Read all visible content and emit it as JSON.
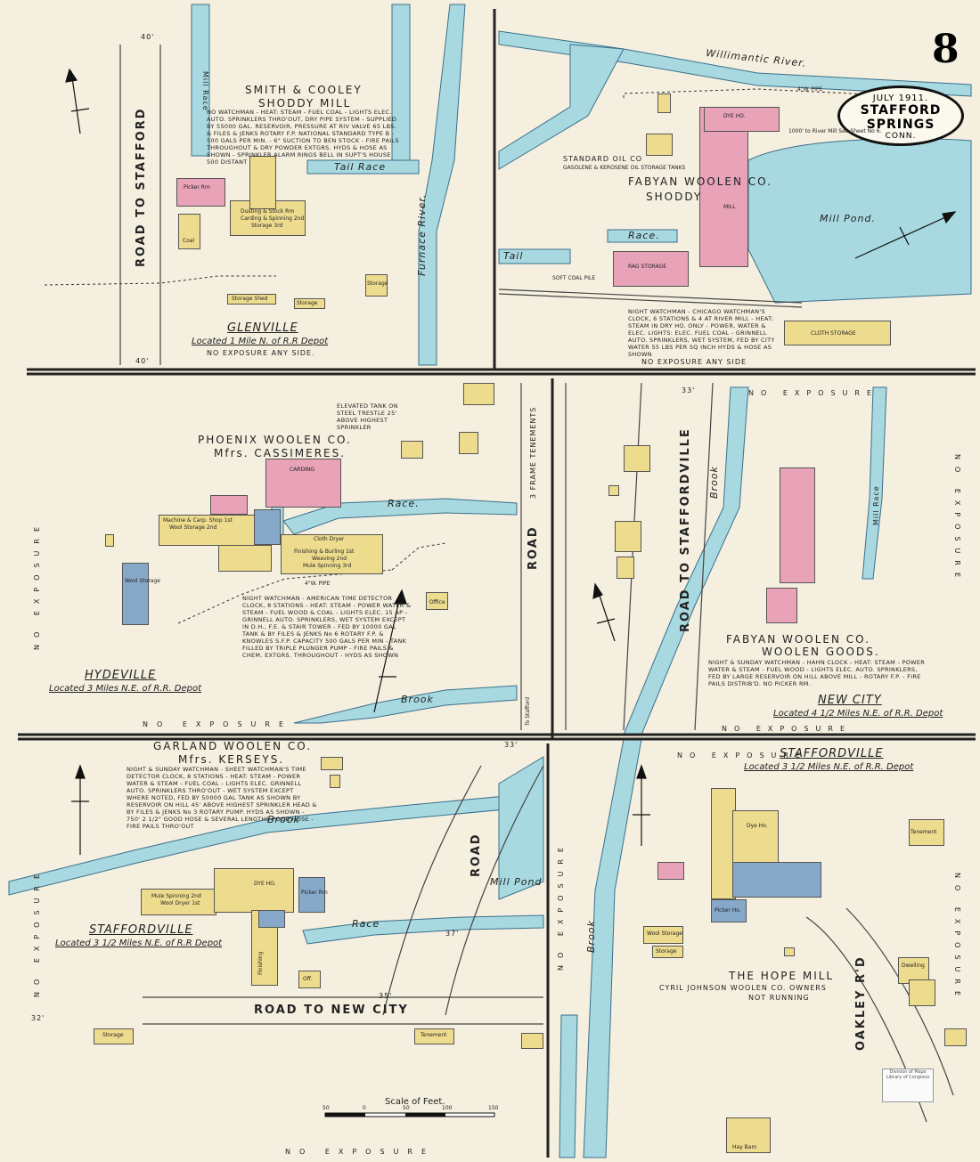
{
  "sheet": {
    "page_number": "8",
    "cartouche": {
      "date": "JULY 1911.",
      "town": "STAFFORD SPRINGS",
      "state": "CONN."
    }
  },
  "panel1": {
    "mill_name": "SMITH & COOLEY",
    "mill_type": "SHODDY MILL",
    "notes": "NO WATCHMAN - HEAT: STEAM - FUEL COAL - LIGHTS ELEC. AUTO. SPRINKLERS THRO'OUT, DRY PIPE SYSTEM - SUPPLIED BY 55000 GAL. RESERVOIR, PRESSURE AT RIV VALVE 65 LBS. & FILES & JENKS ROTARY F.P. NATIONAL STANDARD TYPE B - 500 GALS PER MIN. - 6\" SUCTION TO BEN STOCK - FIRE PAILS THROUGHOUT & DRY POWDER EXTGRS. HYDS & HOSE AS SHOWN - SPRINKLER ALARM RINGS BELL IN SUPT'S HOUSE 500 DISTANT",
    "road": "ROAD TO STAFFORD",
    "tail_race": "Tail Race",
    "river": "Furnace River.",
    "mill_race": "Mill Race",
    "building_labels": [
      "Picker Rm",
      "Dusting & Stock Rm",
      "Carding & Spinning 2nd",
      "Storage 3rd",
      "Coal",
      "Storage Shed",
      "Storage",
      "Storage"
    ],
    "place": "GLENVILLE",
    "locator": "Located 1 Mile N. of R.R Depot",
    "exposure": "NO EXPOSURE ANY SIDE.",
    "margin_marks": [
      "40'",
      "40'"
    ]
  },
  "panel2": {
    "river": "Willimantic River.",
    "pond": "Mill Pond.",
    "race": "Race.",
    "tail": "Tail",
    "oil_co": "STANDARD OIL CO",
    "oil_sub": "GASOLENE & KEROSENE OIL STORAGE TANKS",
    "mill_name": "FABYAN WOOLEN CO.",
    "mill_type": "SHODDY",
    "mill_word": "MILL",
    "buildings": [
      "DYE HO.",
      "RAG STORAGE",
      "CLOTH STORAGE",
      "SOFT COAL PILE"
    ],
    "notes": "NIGHT WATCHMAN - CHICAGO WATCHMAN'S CLOCK, 6 STATIONS & 4 AT RIVER MILL - HEAT: STEAM IN DRY HO. ONLY - POWER, WATER & ELEC. LIGHTS: ELEC. FUEL COAL - GRINNELL AUTO. SPRINKLERS, WET SYSTEM, FED BY CITY WATER 55 LBS PER SQ INCH HYDS & HOSE AS SHOWN",
    "exposure": "NO EXPOSURE ANY SIDE",
    "pipe": "4\"W. PIPE",
    "pipe_note": "1000' to River Mill See Sheet No 6."
  },
  "panel3": {
    "mill_name": "PHOENIX WOOLEN CO.",
    "mill_type": "Mfrs. CASSIMERES.",
    "buildings": [
      "CARDING",
      "Machine & Carp. Shop 1st",
      "Wool Storage 2nd",
      "Cloth Dryer",
      "Finishing & Burling 1st",
      "Weaving 2nd",
      "Mule Spinning 3rd",
      "Wool Storage",
      "Office"
    ],
    "race": "Race.",
    "brook": "Brook",
    "tank": "ELEVATED TANK ON STEEL TRESTLE 25' ABOVE HIGHEST SPRINKLER",
    "notes": "NIGHT WATCHMAN - AMERICAN TIME DETECTOR CLOCK, 8 STATIONS - HEAT: STEAM - POWER WATER & STEAM - FUEL WOOD & COAL - LIGHTS ELEC. 15 AP - GRINNELL AUTO. SPRINKLERS, WET SYSTEM EXCEPT IN D.H., F.E. & STAIR TOWER - FED BY 10000 GAL TANK & BY FILES & JENKS No 6 ROTARY F.P. & KNOWLES S.F.P. CAPACITY 500 GALS PER MIN - TANK FILLED BY TRIPLE PLUNGER PUMP - FIRE PAILS & CHEM. EXTGRS. THROUGHOUT - HYDS AS SHOWN",
    "pipe": "4\"W. PIPE",
    "road": "ROAD",
    "road2": "3 FRAME TENEMENTS",
    "road3": "To Stafford",
    "place": "HYDEVILLE",
    "locator": "Located 3 Miles N.E. of R.R. Depot",
    "exposure_left": "NO EXPOSURE",
    "exposure_bottom": "NO EXPOSURE"
  },
  "panel4": {
    "road": "ROAD TO STAFFORDVILLE",
    "brook": "Brook",
    "mill_race": "Mill Race",
    "mill_name": "FABYAN WOOLEN CO.",
    "mill_type": "WOOLEN GOODS.",
    "notes": "NIGHT & SUNDAY WATCHMAN - HAHN CLOCK - HEAT: STEAM - POWER WATER & STEAM - FUEL WOOD - LIGHTS ELEC. AUTO. SPRINKLERS, FED BY LARGE RESERVOIR ON HILL ABOVE MILL - ROTARY F.P. - FIRE PAILS DISTRIB'D. NO PICKER RM.",
    "place": "NEW CITY",
    "locator": "Located 4 1/2 Miles N.E. of R.R. Depot",
    "exposure_top": "NO EXPOSURE",
    "exposure_bottom": "NO EXPOSURE",
    "exposure_right": "NO EXPOSURE",
    "mark": "33'"
  },
  "panel5": {
    "mill_name": "GARLAND WOOLEN CO.",
    "mill_type": "Mfrs. KERSEYS.",
    "notes": "NIGHT & SUNDAY WATCHMAN - SHEET WATCHMAN'S TIME DETECTOR CLOCK, 8 STATIONS - HEAT: STEAM - POWER WATER & STEAM - FUEL COAL - LIGHTS ELEC. GRINNELL AUTO. SPRINKLERS THRO'OUT - WET SYSTEM EXCEPT WHERE NOTED, FED BY 50000 GAL TANK AS SHOWN BY RESERVOIR ON HILL 45' ABOVE HIGHEST SPRINKLER HEAD & BY FILES & JENKS No 3 ROTARY PUMP. HYDS AS SHOWN - 750' 2 1/2\" GOOD HOSE & SEVERAL LENGTHS POOR HOSE - FIRE PAILS THRO'OUT",
    "brook": "Brook",
    "race": "Race",
    "mill_pond": "Mill Pond",
    "road": "ROAD",
    "road2": "ROAD TO NEW CITY",
    "buildings": [
      "Mule Spinning 2nd",
      "Wool Dryer 1st",
      "DYE HO.",
      "Picker Rm",
      "Finishing",
      "Storage",
      "Tenement",
      "Off."
    ],
    "place": "STAFFORDVILLE",
    "locator": "Located 3 1/2 Miles N.E. of R.R Depot",
    "exposure_left": "NO EXPOSURE",
    "exposure_bottom": "NO EXPOSURE",
    "marks": [
      "33'",
      "37'",
      "32'",
      "35'"
    ]
  },
  "panel6": {
    "place": "STAFFORDVILLE",
    "locator": "Located 3 1/2 Miles N.E. of R.R. Depot",
    "mill_name": "THE HOPE MILL",
    "owner": "CYRIL JOHNSON WOOLEN CO. OWNERS",
    "status": "NOT RUNNING",
    "brook": "Brook",
    "road": "OAKLEY R'D",
    "buildings": [
      "Dye Ho.",
      "Picker Ho.",
      "Wool Storage",
      "Storage",
      "Hay Barn",
      "Tenement",
      "Dwelling"
    ],
    "exposure_top": "NO EXPOSURE",
    "exposure_left": "NO EXPOSURE",
    "exposure_right": "NO EXPOSURE",
    "stamp": "Division of Maps Library of Congress"
  },
  "scale": {
    "label": "Scale of Feet.",
    "ticks": [
      "50",
      "0",
      "50",
      "100",
      "150"
    ]
  },
  "colors": {
    "paper": "#f4efdf",
    "frame": "#c8b9f",
    "brick": "#e9a3b8",
    "frame_bldg": "#eedc8e",
    "stone": "#86a9c9",
    "water": "#a9d9e0",
    "border": "#333333"
  }
}
